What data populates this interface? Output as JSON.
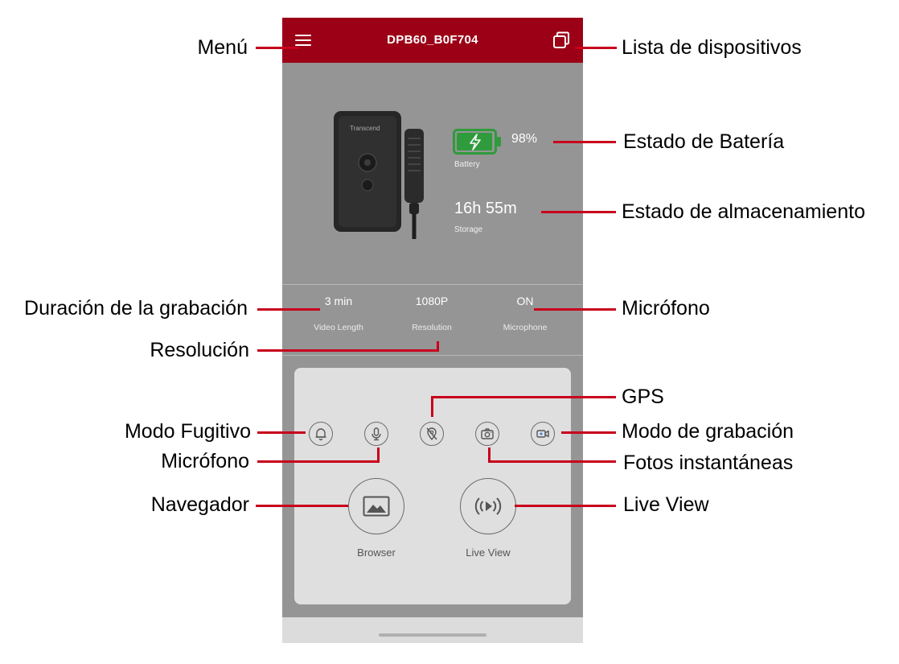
{
  "app": {
    "device_name": "DPB60_B0F704",
    "battery": {
      "percent_text": "98%",
      "label": "Battery",
      "level": 0.98
    },
    "storage": {
      "value": "16h 55m",
      "label": "Storage"
    },
    "device_logo_text": "Transcend",
    "stats": [
      {
        "value": "3 min",
        "label": "Video Length"
      },
      {
        "value": "1080P",
        "label": "Resolution"
      },
      {
        "value": "ON",
        "label": "Microphone"
      }
    ],
    "controls": {
      "browser_label": "Browser",
      "live_view_label": "Live View"
    }
  },
  "annotations": {
    "menu": "Menú",
    "device_list": "Lista de dispositivos",
    "battery_status": "Estado de Batería",
    "storage_status": "Estado de almacenamiento",
    "video_length": "Duración de la grabación",
    "microphone_status": "Micrófono",
    "resolution": "Resolución",
    "gps": "GPS",
    "fugitive_mode": "Modo  Fugitivo",
    "record_mode": "Modo de grabación",
    "microphone_toggle": "Micrófono",
    "snapshot": "Fotos instantáneas",
    "browser": "Navegador",
    "live_view": "Live View"
  },
  "colors": {
    "topbar": "#9c0016",
    "leader": "#c8001c",
    "battery_fill": "#2f9b3c",
    "screen_bg": "#959595"
  }
}
